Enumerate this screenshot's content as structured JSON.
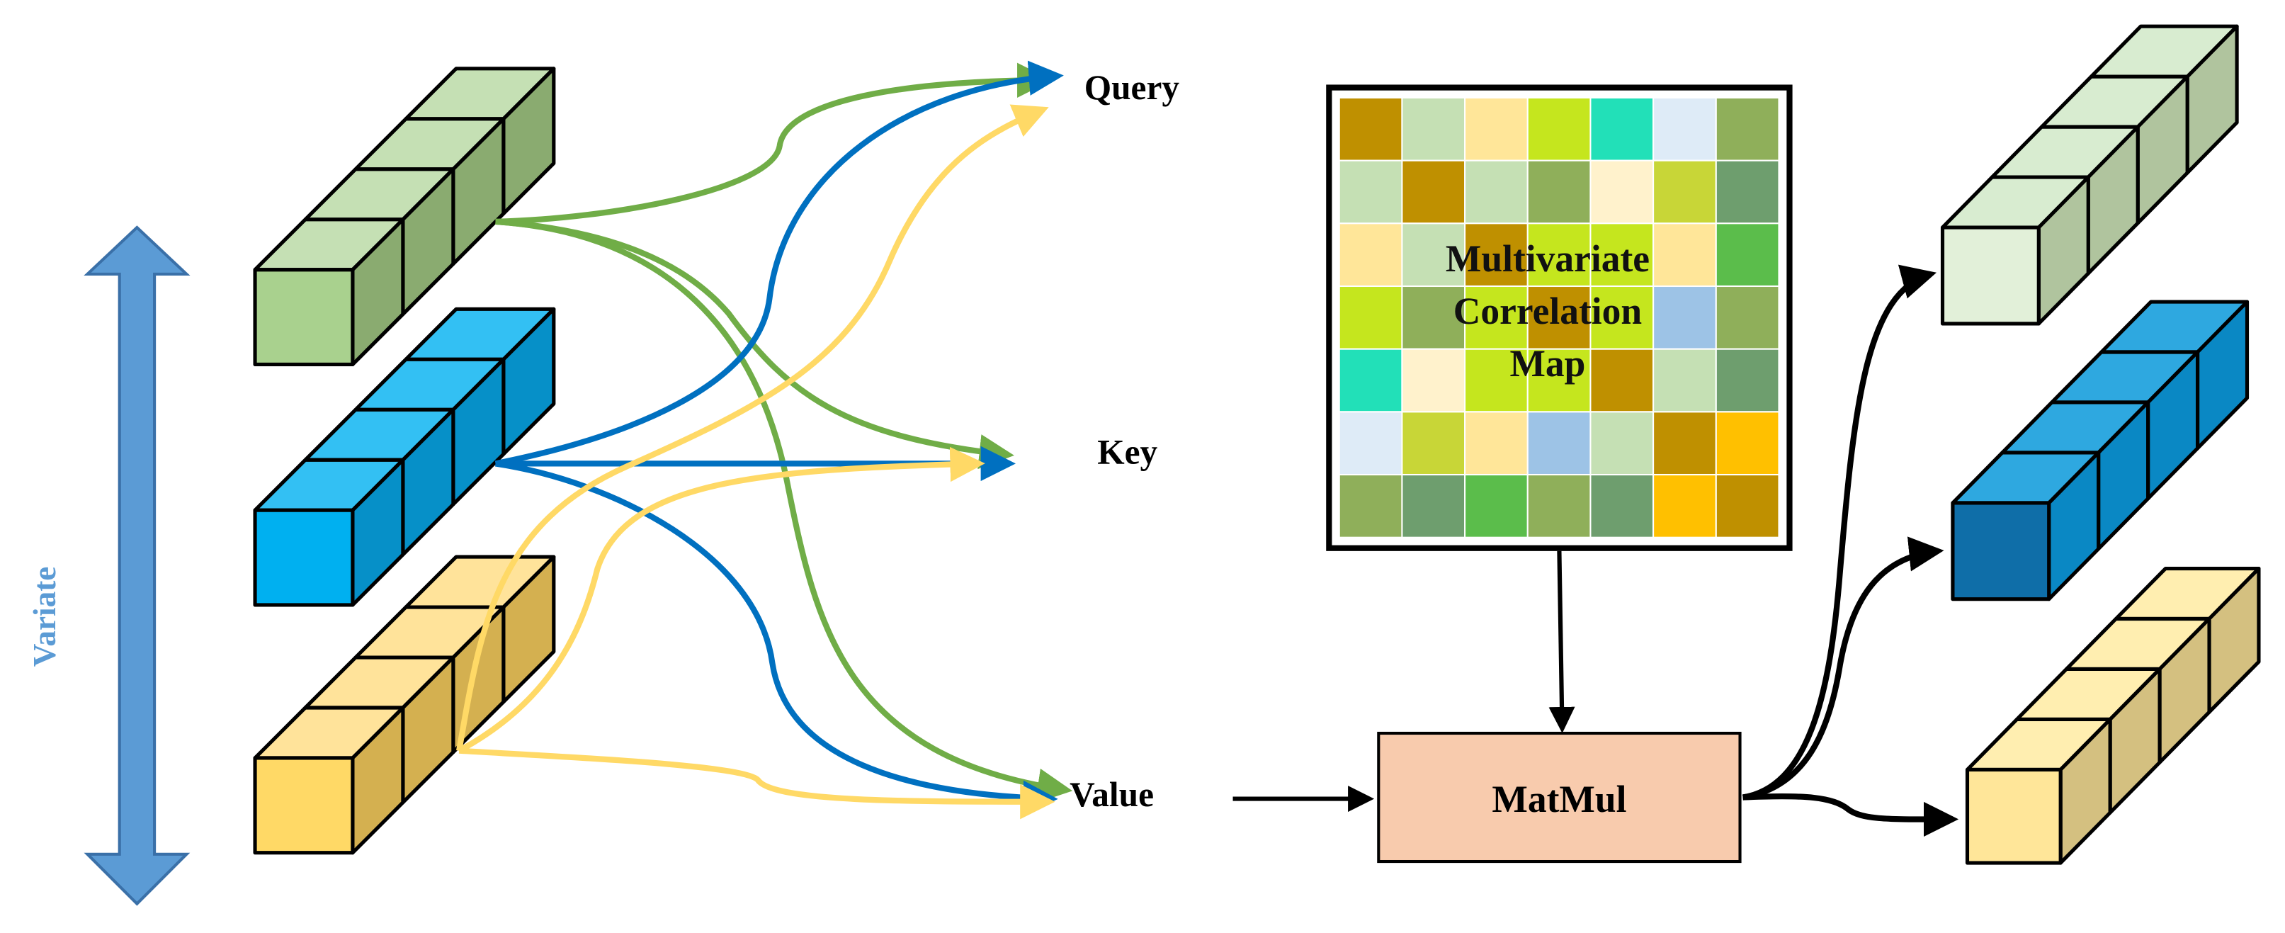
{
  "labels": {
    "query": "Query",
    "key": "Key",
    "value": "Value",
    "variate": "Variate",
    "matmul": "MatMul",
    "map_line1": "Multivariate",
    "map_line2": "Correlation",
    "map_line3": "Map"
  },
  "colors": {
    "green_front": "#a9d18e",
    "green_top": "#c5e0b4",
    "green_side": "#8aab70",
    "blue_front": "#00b0f0",
    "blue_top": "#33c0f3",
    "blue_side": "#0690c8",
    "yellow_front": "#ffd966",
    "yellow_top": "#ffe39a",
    "yellow_side": "#d4b050",
    "out_green_front": "#e2f0d9",
    "out_green_top": "#d8ecd0",
    "out_green_side": "#b0c49e",
    "out_blue_front": "#0f6ea8",
    "out_blue_top": "#2ea8e0",
    "out_blue_side": "#0a88c4",
    "out_yellow_front": "#ffe699",
    "out_yellow_top": "#ffeeb0",
    "out_yellow_side": "#d4c080",
    "line_green": "#70ad47",
    "line_blue": "#0070c0",
    "line_yellow": "#ffd966",
    "variate_arrow": "#5b9bd5",
    "variate_text": "#5b9bd5",
    "matmul_fill": "#f8cbad"
  },
  "matrix": {
    "rows": 7,
    "cols": 7,
    "cells": [
      [
        "#bf9000",
        "#c5e0b4",
        "#ffe699",
        "#c5e61e",
        "#22e0b8",
        "#deebf7",
        "#8faf5a"
      ],
      [
        "#c5e0b4",
        "#bf9000",
        "#c5e0b4",
        "#8faf5a",
        "#fff2cc",
        "#c8d637",
        "#6e9e6e"
      ],
      [
        "#ffe699",
        "#c5e0b4",
        "#bf9000",
        "#c5e61e",
        "#c5e61e",
        "#ffe699",
        "#5bbd4b"
      ],
      [
        "#c5e61e",
        "#8faf5a",
        "#c5e61e",
        "#bf9000",
        "#c5e61e",
        "#9dc3e6",
        "#8faf5a"
      ],
      [
        "#22e0b8",
        "#fff2cc",
        "#c5e61e",
        "#c5e61e",
        "#bf9000",
        "#c5e0b4",
        "#6e9e6e"
      ],
      [
        "#deebf7",
        "#c8d637",
        "#ffe699",
        "#9dc3e6",
        "#c5e0b4",
        "#bf9000",
        "#ffc000"
      ],
      [
        "#8faf5a",
        "#6e9e6e",
        "#5bbd4b",
        "#8faf5a",
        "#6e9e6e",
        "#ffc000",
        "#bf9000"
      ]
    ]
  }
}
